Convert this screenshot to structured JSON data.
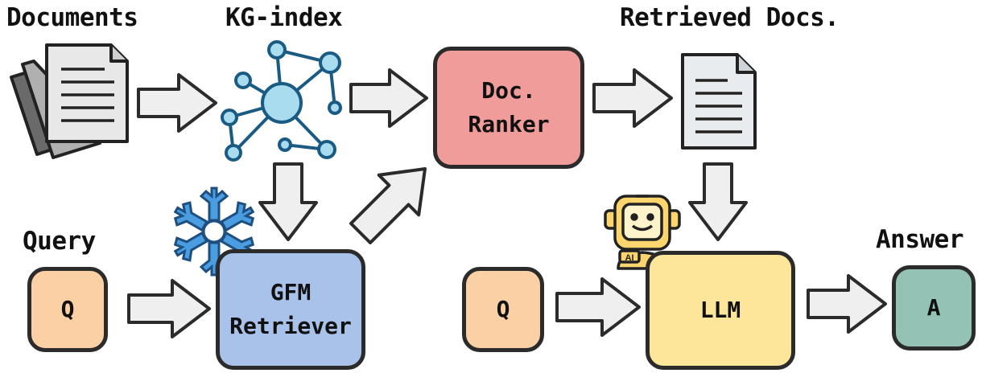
{
  "labels": {
    "documents": "Documents",
    "kg_index": "KG-index",
    "retrieved_docs": "Retrieved Docs.",
    "query": "Query",
    "answer": "Answer"
  },
  "boxes": {
    "query_q": "Q",
    "gfm_retriever": "GFM\nRetriever",
    "doc_ranker": "Doc.\nRanker",
    "llm_q": "Q",
    "llm": "LLM",
    "answer_a": "A"
  },
  "icon_labels": {
    "robot_badge": "AI"
  },
  "colors": {
    "query_fill": "#fbd0a4",
    "gfm_fill": "#a8c2ea",
    "ranker_fill": "#f09c9a",
    "llm_fill": "#fde699",
    "answer_fill": "#94c3b6",
    "arrow_fill": "#efefef",
    "kg_node_fill": "#aadcf0",
    "snowflake": "#4a9de0",
    "robot": "#fcd56e"
  }
}
